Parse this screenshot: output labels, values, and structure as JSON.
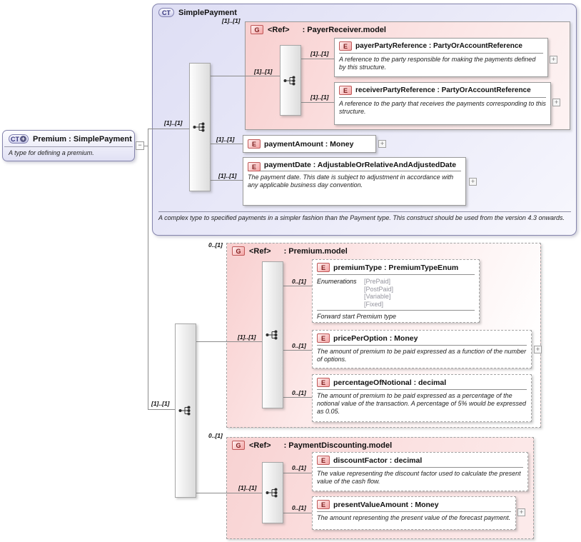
{
  "colors": {
    "ct_fill": "#e0e0f4",
    "ct_border": "#8585ad",
    "group_pink": "#f8cfcf",
    "badge_red_border": "#c05858",
    "badge_red_text": "#7c1c1c",
    "line": "#8c8c8c"
  },
  "premium": {
    "badge": "CT",
    "badge_plus": "+",
    "title": "Premium : SimplePayment",
    "description": "A type for defining a premium.",
    "collapse_glyph": "−"
  },
  "simple_payment": {
    "badge": "CT",
    "title": "SimplePayment",
    "footer": "A complex type to specified payments in a simpler fashion than the Payment type. This construct should be used from the version 4.3 onwards."
  },
  "connector": {
    "premium_card_top": "[1]..[1]",
    "premium_card_bottom": "[1]..[1]"
  },
  "payer_receiver_group": {
    "badge": "G",
    "ref_label": "<Ref>",
    "type_label": ": PayerReceiver.model",
    "card": "[1]..[1]",
    "card_in": "[1]..[1]",
    "payer": {
      "badge": "E",
      "card": "[1]..[1]",
      "title": "payerPartyReference : PartyOrAccountReference",
      "description": "A reference to the party responsible for making the payments defined by this structure.",
      "expand": "+"
    },
    "receiver": {
      "badge": "E",
      "card": "[1]..[1]",
      "title": "receiverPartyReference : PartyOrAccountReference",
      "description": "A reference to the party that receives the payments corresponding to this structure.",
      "expand": "+"
    }
  },
  "payment_amount": {
    "badge": "E",
    "card": "[1]..[1]",
    "title": "paymentAmount : Money",
    "expand": "+"
  },
  "payment_date": {
    "badge": "E",
    "card": "[1]..[1]",
    "title": "paymentDate : AdjustableOrRelativeAndAdjustedDate",
    "description": "The payment date. This date is subject to adjustment in accordance with any applicable business day convention.",
    "expand": "+"
  },
  "premium_model_group": {
    "badge": "G",
    "ref_label": "<Ref>",
    "type_label": ": Premium.model",
    "card": "0..[1]",
    "card_in": "[1]..[1]",
    "premium_type": {
      "badge": "E",
      "card": "0..[1]",
      "title": "premiumType : PremiumTypeEnum",
      "enum_label": "Enumerations",
      "enums": [
        "[PrePaid]",
        "[PostPaid]",
        "[Variable]",
        "[Fixed]"
      ],
      "description": "Forward start Premium type"
    },
    "price_per_option": {
      "badge": "E",
      "card": "0..[1]",
      "title": "pricePerOption : Money",
      "description": "The amount of premium to be paid expressed as a function of the number of options.",
      "expand": "+"
    },
    "percentage_of_notional": {
      "badge": "E",
      "card": "0..[1]",
      "title": "percentageOfNotional : decimal",
      "description": "The amount of premium to be paid expressed as a percentage of the notional value of the transaction. A percentage of 5% would be expressed as 0.05."
    }
  },
  "payment_discounting_group": {
    "badge": "G",
    "ref_label": "<Ref>",
    "type_label": ": PaymentDiscounting.model",
    "card": "0..[1]",
    "card_in": "[1]..[1]",
    "discount_factor": {
      "badge": "E",
      "card": "0..[1]",
      "title": "discountFactor : decimal",
      "description": "The value representing the discount factor used to calculate the present value of the cash flow."
    },
    "present_value_amount": {
      "badge": "E",
      "card": "0..[1]",
      "title": "presentValueAmount : Money",
      "description": "The amount representing the present value of the forecast payment.",
      "expand": "+"
    }
  }
}
